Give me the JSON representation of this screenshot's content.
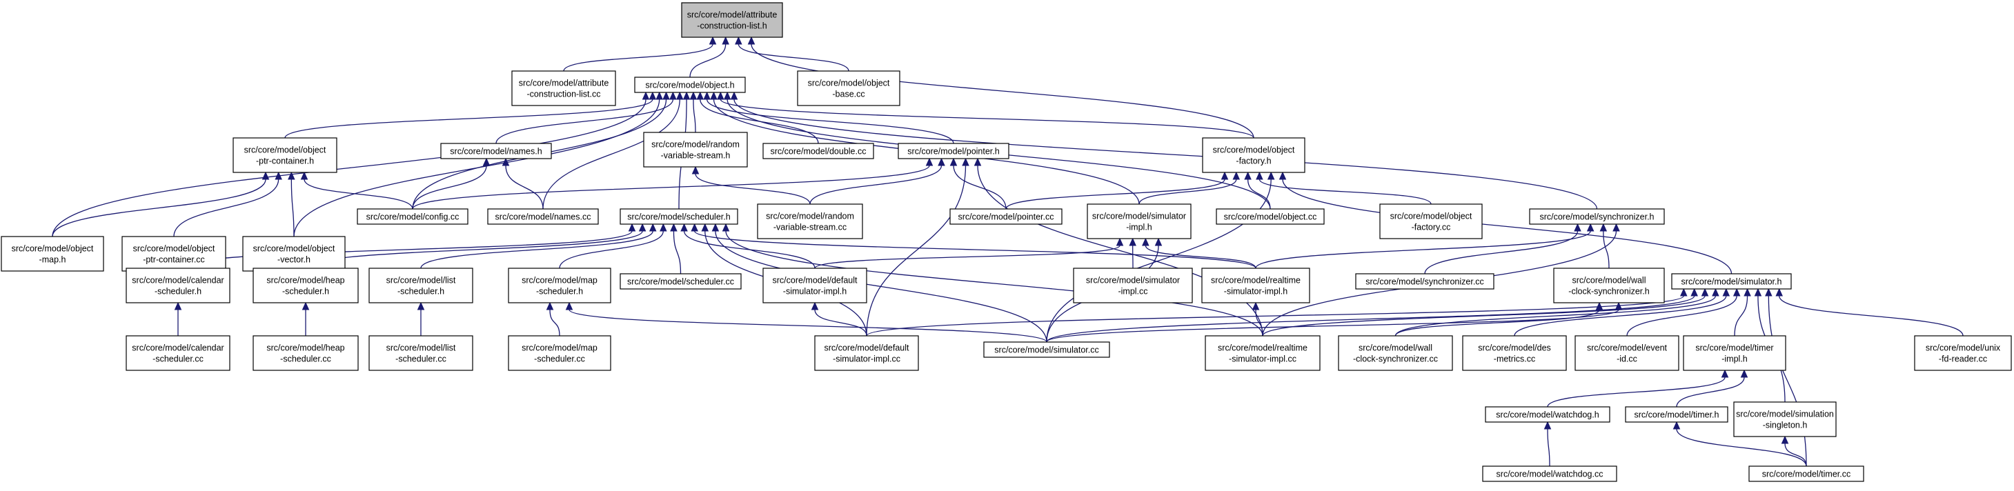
{
  "graph": {
    "root": "root",
    "nodes": [
      {
        "id": "root",
        "label": [
          "src/core/model/attribute",
          "-construction-list.h"
        ],
        "root": true
      },
      {
        "id": "acl_cc",
        "label": [
          "src/core/model/attribute",
          "-construction-list.cc"
        ]
      },
      {
        "id": "object_h",
        "label": [
          "src/core/model/object.h"
        ]
      },
      {
        "id": "object_base",
        "label": [
          "src/core/model/object",
          "-base.cc"
        ]
      },
      {
        "id": "optr_h",
        "label": [
          "src/core/model/object",
          "-ptr-container.h"
        ]
      },
      {
        "id": "names_h",
        "label": [
          "src/core/model/names.h"
        ]
      },
      {
        "id": "random_h",
        "label": [
          "src/core/model/random",
          "-variable-stream.h"
        ]
      },
      {
        "id": "double_cc",
        "label": [
          "src/core/model/double.cc"
        ]
      },
      {
        "id": "pointer_h",
        "label": [
          "src/core/model/pointer.h"
        ]
      },
      {
        "id": "factory_h",
        "label": [
          "src/core/model/object",
          "-factory.h"
        ]
      },
      {
        "id": "omap_h",
        "label": [
          "src/core/model/object",
          "-map.h"
        ]
      },
      {
        "id": "optr_cc",
        "label": [
          "src/core/model/object",
          "-ptr-container.cc"
        ]
      },
      {
        "id": "ovec_h",
        "label": [
          "src/core/model/object",
          "-vector.h"
        ]
      },
      {
        "id": "config_cc",
        "label": [
          "src/core/model/config.cc"
        ]
      },
      {
        "id": "names_cc",
        "label": [
          "src/core/model/names.cc"
        ]
      },
      {
        "id": "sched_h",
        "label": [
          "src/core/model/scheduler.h"
        ]
      },
      {
        "id": "random_cc",
        "label": [
          "src/core/model/random",
          "-variable-stream.cc"
        ]
      },
      {
        "id": "pointer_cc",
        "label": [
          "src/core/model/pointer.cc"
        ]
      },
      {
        "id": "simimpl_h",
        "label": [
          "src/core/model/simulator",
          "-impl.h"
        ]
      },
      {
        "id": "object_cc",
        "label": [
          "src/core/model/object.cc"
        ]
      },
      {
        "id": "factory_cc",
        "label": [
          "src/core/model/object",
          "-factory.cc"
        ]
      },
      {
        "id": "sync_h",
        "label": [
          "src/core/model/synchronizer.h"
        ]
      },
      {
        "id": "cal_h",
        "label": [
          "src/core/model/calendar",
          "-scheduler.h"
        ]
      },
      {
        "id": "heap_h",
        "label": [
          "src/core/model/heap",
          "-scheduler.h"
        ]
      },
      {
        "id": "list_h",
        "label": [
          "src/core/model/list",
          "-scheduler.h"
        ]
      },
      {
        "id": "map_h",
        "label": [
          "src/core/model/map",
          "-scheduler.h"
        ]
      },
      {
        "id": "sched_cc",
        "label": [
          "src/core/model/scheduler.cc"
        ]
      },
      {
        "id": "defsim_h",
        "label": [
          "src/core/model/default",
          "-simulator-impl.h"
        ]
      },
      {
        "id": "simimpl_cc",
        "label": [
          "src/core/model/simulator",
          "-impl.cc"
        ]
      },
      {
        "id": "rtsim_h",
        "label": [
          "src/core/model/realtime",
          "-simulator-impl.h"
        ]
      },
      {
        "id": "sync_cc",
        "label": [
          "src/core/model/synchronizer.cc"
        ]
      },
      {
        "id": "wcs_h",
        "label": [
          "src/core/model/wall",
          "-clock-synchronizer.h"
        ]
      },
      {
        "id": "sim_h",
        "label": [
          "src/core/model/simulator.h"
        ]
      },
      {
        "id": "cal_cc",
        "label": [
          "src/core/model/calendar",
          "-scheduler.cc"
        ]
      },
      {
        "id": "heap_cc",
        "label": [
          "src/core/model/heap",
          "-scheduler.cc"
        ]
      },
      {
        "id": "list_cc",
        "label": [
          "src/core/model/list",
          "-scheduler.cc"
        ]
      },
      {
        "id": "map_cc",
        "label": [
          "src/core/model/map",
          "-scheduler.cc"
        ]
      },
      {
        "id": "defsim_cc",
        "label": [
          "src/core/model/default",
          "-simulator-impl.cc"
        ]
      },
      {
        "id": "sim_cc",
        "label": [
          "src/core/model/simulator.cc"
        ]
      },
      {
        "id": "rtsim_cc",
        "label": [
          "src/core/model/realtime",
          "-simulator-impl.cc"
        ]
      },
      {
        "id": "wcs_cc",
        "label": [
          "src/core/model/wall",
          "-clock-synchronizer.cc"
        ]
      },
      {
        "id": "des_cc",
        "label": [
          "src/core/model/des",
          "-metrics.cc"
        ]
      },
      {
        "id": "event_cc",
        "label": [
          "src/core/model/event",
          "-id.cc"
        ]
      },
      {
        "id": "timerimpl_h",
        "label": [
          "src/core/model/timer",
          "-impl.h"
        ]
      },
      {
        "id": "unix_cc",
        "label": [
          "src/core/model/unix",
          "-fd-reader.cc"
        ]
      },
      {
        "id": "wd_h",
        "label": [
          "src/core/model/watchdog.h"
        ]
      },
      {
        "id": "timer_h",
        "label": [
          "src/core/model/timer.h"
        ]
      },
      {
        "id": "simsing_h",
        "label": [
          "src/core/model/simulation",
          "-singleton.h"
        ]
      },
      {
        "id": "wd_cc",
        "label": [
          "src/core/model/watchdog.cc"
        ]
      },
      {
        "id": "timer_cc",
        "label": [
          "src/core/model/timer.cc"
        ]
      }
    ],
    "edges": [
      {
        "from": "acl_cc",
        "to": "root"
      },
      {
        "from": "object_h",
        "to": "root"
      },
      {
        "from": "object_base",
        "to": "root"
      },
      {
        "from": "factory_h",
        "to": "root"
      },
      {
        "from": "omap_h",
        "to": "object_h"
      },
      {
        "from": "optr_h",
        "to": "object_h"
      },
      {
        "from": "ovec_h",
        "to": "object_h"
      },
      {
        "from": "config_cc",
        "to": "object_h"
      },
      {
        "from": "names_h",
        "to": "object_h"
      },
      {
        "from": "names_cc",
        "to": "object_h"
      },
      {
        "from": "sched_h",
        "to": "object_h"
      },
      {
        "from": "random_h",
        "to": "object_h"
      },
      {
        "from": "double_cc",
        "to": "object_h"
      },
      {
        "from": "pointer_h",
        "to": "object_h"
      },
      {
        "from": "simimpl_h",
        "to": "object_h"
      },
      {
        "from": "factory_h",
        "to": "object_h"
      },
      {
        "from": "object_cc",
        "to": "object_h"
      },
      {
        "from": "sync_h",
        "to": "object_h"
      },
      {
        "from": "omap_h",
        "to": "optr_h"
      },
      {
        "from": "optr_cc",
        "to": "optr_h"
      },
      {
        "from": "ovec_h",
        "to": "optr_h"
      },
      {
        "from": "config_cc",
        "to": "optr_h"
      },
      {
        "from": "config_cc",
        "to": "names_h"
      },
      {
        "from": "names_cc",
        "to": "names_h"
      },
      {
        "from": "random_cc",
        "to": "random_h"
      },
      {
        "from": "config_cc",
        "to": "pointer_h"
      },
      {
        "from": "random_cc",
        "to": "pointer_h"
      },
      {
        "from": "pointer_cc",
        "to": "pointer_h"
      },
      {
        "from": "defsim_cc",
        "to": "pointer_h"
      },
      {
        "from": "rtsim_cc",
        "to": "pointer_h"
      },
      {
        "from": "pointer_cc",
        "to": "factory_h"
      },
      {
        "from": "simimpl_h",
        "to": "factory_h"
      },
      {
        "from": "object_cc",
        "to": "factory_h"
      },
      {
        "from": "factory_cc",
        "to": "factory_h"
      },
      {
        "from": "sim_cc",
        "to": "factory_h"
      },
      {
        "from": "sim_h",
        "to": "factory_h"
      },
      {
        "from": "cal_h",
        "to": "sched_h"
      },
      {
        "from": "heap_h",
        "to": "sched_h"
      },
      {
        "from": "list_h",
        "to": "sched_h"
      },
      {
        "from": "map_h",
        "to": "sched_h"
      },
      {
        "from": "sched_cc",
        "to": "sched_h"
      },
      {
        "from": "defsim_h",
        "to": "sched_h"
      },
      {
        "from": "rtsim_h",
        "to": "sched_h"
      },
      {
        "from": "defsim_cc",
        "to": "sched_h"
      },
      {
        "from": "sim_cc",
        "to": "sched_h"
      },
      {
        "from": "rtsim_cc",
        "to": "sched_h"
      },
      {
        "from": "defsim_h",
        "to": "simimpl_h"
      },
      {
        "from": "simimpl_cc",
        "to": "simimpl_h"
      },
      {
        "from": "rtsim_h",
        "to": "simimpl_h"
      },
      {
        "from": "sim_cc",
        "to": "simimpl_h"
      },
      {
        "from": "sync_cc",
        "to": "sync_h"
      },
      {
        "from": "rtsim_h",
        "to": "sync_h"
      },
      {
        "from": "wcs_h",
        "to": "sync_h"
      },
      {
        "from": "rtsim_cc",
        "to": "sync_h"
      },
      {
        "from": "cal_cc",
        "to": "cal_h"
      },
      {
        "from": "heap_cc",
        "to": "heap_h"
      },
      {
        "from": "list_cc",
        "to": "list_h"
      },
      {
        "from": "map_cc",
        "to": "map_h"
      },
      {
        "from": "sim_cc",
        "to": "map_h"
      },
      {
        "from": "defsim_cc",
        "to": "defsim_h"
      },
      {
        "from": "rtsim_cc",
        "to": "rtsim_h"
      },
      {
        "from": "wcs_cc",
        "to": "wcs_h"
      },
      {
        "from": "sim_cc",
        "to": "wcs_h"
      },
      {
        "from": "defsim_cc",
        "to": "sim_h"
      },
      {
        "from": "sim_cc",
        "to": "sim_h"
      },
      {
        "from": "rtsim_cc",
        "to": "sim_h"
      },
      {
        "from": "wcs_cc",
        "to": "sim_h"
      },
      {
        "from": "des_cc",
        "to": "sim_h"
      },
      {
        "from": "event_cc",
        "to": "sim_h"
      },
      {
        "from": "timerimpl_h",
        "to": "sim_h"
      },
      {
        "from": "simsing_h",
        "to": "sim_h"
      },
      {
        "from": "timer_cc",
        "to": "sim_h"
      },
      {
        "from": "unix_cc",
        "to": "sim_h"
      },
      {
        "from": "wd_h",
        "to": "timerimpl_h"
      },
      {
        "from": "timer_h",
        "to": "timerimpl_h"
      },
      {
        "from": "wd_cc",
        "to": "wd_h"
      },
      {
        "from": "timer_cc",
        "to": "timer_h"
      },
      {
        "from": "timer_cc",
        "to": "simsing_h"
      }
    ]
  }
}
